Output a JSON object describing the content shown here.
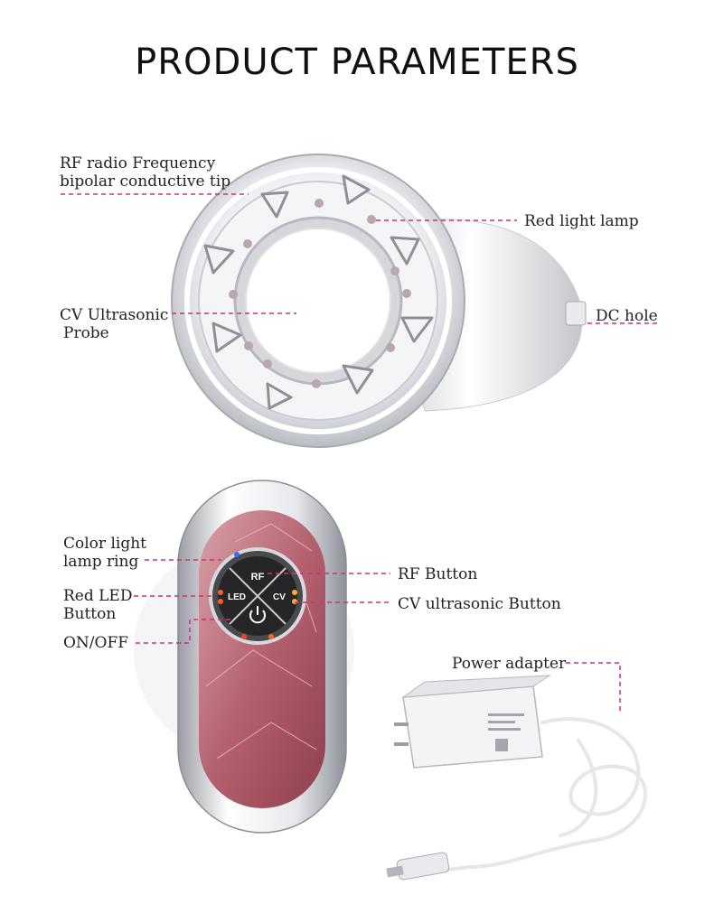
{
  "title": "PRODUCT PARAMETERS",
  "labels": {
    "rf_tip_line1": "RF radio Frequency",
    "rf_tip_line2": "bipolar conductive tip",
    "red_light_lamp": "Red light lamp",
    "cv_probe_line1": "CV Ultrasonic",
    "cv_probe_line2": "Probe",
    "dc_hole": "DC hole",
    "color_ring_line1": "Color light",
    "color_ring_line2": "lamp ring",
    "red_led_line1": "Red LED",
    "red_led_line2": "Button",
    "on_off": "ON/OFF",
    "rf_button": "RF Button",
    "cv_button": "CV ultrasonic Button",
    "power_adapter": "Power adapter"
  },
  "device_buttons": {
    "rf": "RF",
    "led": "LED",
    "cv": "CV"
  },
  "colors": {
    "leader_line": "#d0307a",
    "panel_pink": "#b96a76",
    "chrome": "#d9dbe0"
  }
}
